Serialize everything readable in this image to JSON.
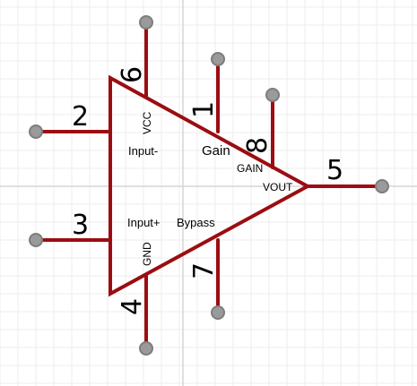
{
  "colors": {
    "wire": "#9b0d12",
    "pin_fill": "#9a9a9a",
    "pin_stroke": "#7d7d7d",
    "grid_minor": "#eeeeee",
    "grid_major": "#d6d6d6"
  },
  "symbol": {
    "input_minus_label": "Input-",
    "input_plus_label": "Input+",
    "gain_label": "Gain",
    "bypass_label": "Bypass",
    "vcc_label": "VCC",
    "gnd_label": "GND",
    "gain_pin_label": "GAIN",
    "vout_label": "VOUT"
  },
  "pins": {
    "p1": "1",
    "p2": "2",
    "p3": "3",
    "p4": "4",
    "p5": "5",
    "p6": "6",
    "p7": "7",
    "p8": "8"
  }
}
